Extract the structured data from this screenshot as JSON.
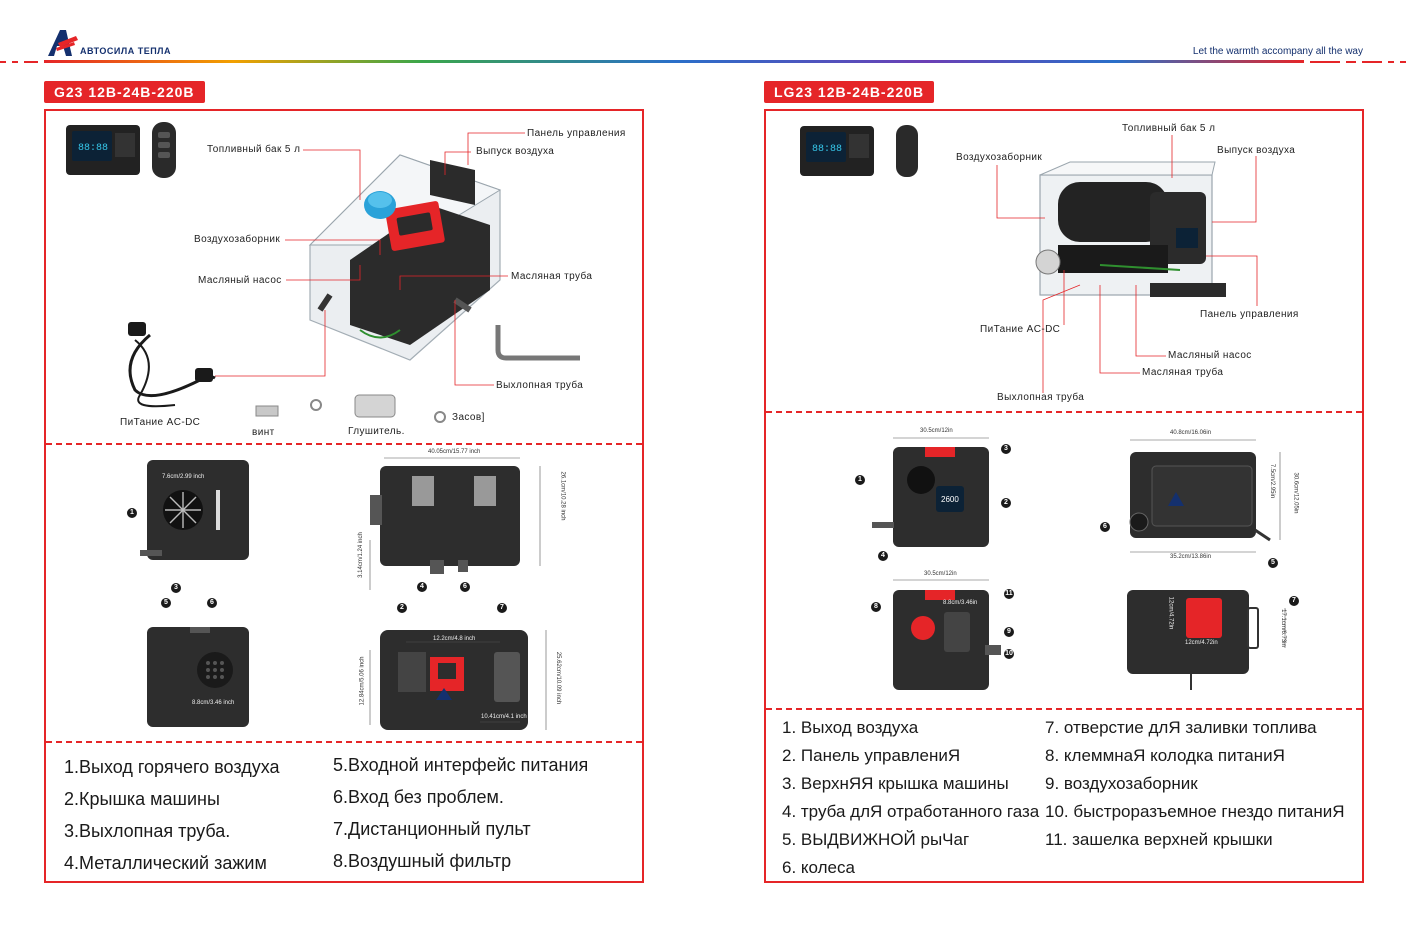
{
  "header": {
    "brand": "АВТОСИЛА ТЕПЛА",
    "tagline": "Let the warmth accompany all the way",
    "colors": {
      "accent": "#e52528",
      "brand_blue": "#14306e"
    }
  },
  "left": {
    "tag": "G23 12В-24В-220В",
    "callouts": {
      "fuel_tank": "Топливный бак 5 л",
      "control_panel": "Панель управления",
      "air_outlet": "Выпуск воздуха",
      "air_intake": "Воздухозаборник",
      "oil_pump": "Масляный насос",
      "oil_pipe": "Масляная труба",
      "exhaust_pipe": "Выхлопная труба",
      "power": "ПиТание AC-DC",
      "screw": "винт",
      "muffler": "Глушитель.",
      "clamps": "Засов]"
    },
    "dims": {
      "d1": "7.6cm/2.99 inch",
      "d2": "40.05cm/15.77 inch",
      "d3": "26.1cm/10.28 inch",
      "d4": "3.14cm/1.24 inch",
      "d5": "8.8cm/3.46 inch",
      "d6": "12.2cm/4.8 inch",
      "d7": "12.84cm/5.06 inch",
      "d8": "25.62cm/10.09 inch",
      "d9": "10.41cm/4.1 inch"
    },
    "features": [
      "1.Выход горячего воздуха",
      "2.Крышка машины",
      "3.Выхлопная труба.",
      "4.Металлический зажим",
      "5.Входной интерфейс питания",
      "6.Вход без проблем.",
      "7.Дистанционный пульт",
      "8.Воздушный фильтр"
    ]
  },
  "right": {
    "tag": "LG23 12В-24В-220В",
    "callouts": {
      "fuel_tank": "Топливный бак 5 л",
      "air_intake": "Воздухозаборник",
      "air_outlet": "Выпуск воздуха",
      "power": "ПиТание AC-DC",
      "control_panel": "Панель управления",
      "oil_pump": "Масляный насос",
      "oil_pipe": "Масляная труба",
      "exhaust_pipe": "Выхлопная труба"
    },
    "dims": {
      "d1": "30.5cm/12in",
      "d2": "40.8cm/16.06in",
      "d3": "7.5cm/2.95in",
      "d4": "30.6cm/12.05in",
      "d5": "35.2cm/13.86in",
      "d6": "30.5cm/12in",
      "d7": "8.8cm/3.46in",
      "d8": "12cm/4.72in",
      "d9": "12cm/4.72in",
      "d10": "17.1cm/6.73in",
      "screen": "2600"
    },
    "features_left": [
      "1. Выход воздуха",
      "2. Панель управлениЯ",
      "3. ВерхнЯЯ крышка машины",
      "4. труба длЯ отработанного газа",
      "5. ВЫДВИЖНОЙ рыЧаг",
      "6. колеса"
    ],
    "features_right": [
      "7. отверстие длЯ заливки топлива",
      "8. клеммнаЯ колодка питаниЯ",
      "9. воздухозаборник",
      "10. быстроразъемное гнездо питаниЯ",
      "11. зашелка верхней крышки"
    ]
  }
}
